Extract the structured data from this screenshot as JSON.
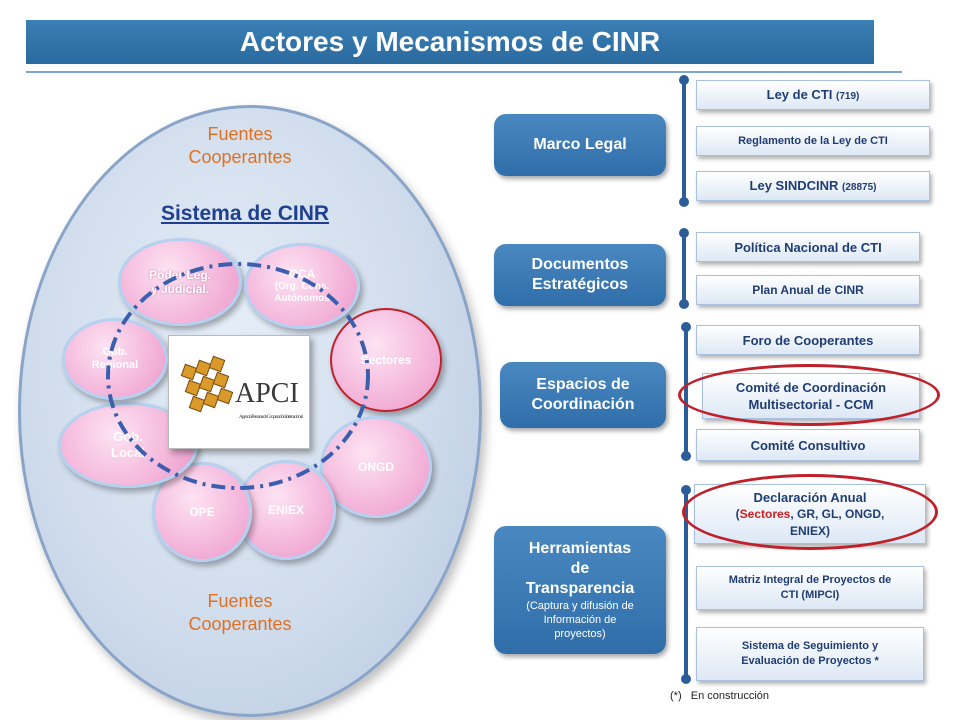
{
  "title": "Actores y Mecanismos de CINR",
  "left": {
    "fuentes_top": "Fuentes\nCooperantes",
    "fuentes_bottom": "Fuentes\nCooperantes",
    "system_title": "Sistema de CINR",
    "petals": [
      {
        "label": "Poder Leg.\ny Judicial."
      },
      {
        "label": "OCA"
      },
      {
        "label": "(Org. Cons.\nAutónomos"
      },
      {
        "label": "Sectores"
      },
      {
        "label": "ONGD"
      },
      {
        "label": "ENIEX"
      },
      {
        "label": "OPE"
      },
      {
        "label": "Gob.\nLocal"
      },
      {
        "label": "Gob.\nRegional"
      }
    ],
    "logo": {
      "name": "APCI",
      "subtitle": "Agencia Peruana de Cooperación Internacional"
    }
  },
  "right": {
    "marco": {
      "label": "Marco Legal",
      "items": [
        {
          "main": "Ley de CTI ",
          "small": "(719)"
        },
        {
          "main": "Reglamento de la Ley de CTI"
        },
        {
          "main": "Ley SINDCINR ",
          "small": "(28875)"
        }
      ]
    },
    "docs": {
      "label": "Documentos\nEstratégicos",
      "items": [
        "Política Nacional de CTI",
        "Plan Anual de CINR"
      ]
    },
    "espacios": {
      "label": "Espacios de\nCoordinación",
      "items": [
        "Foro de Cooperantes",
        "Comité de Coordinación",
        "Multisectorial  - CCM",
        "Comité Consultivo"
      ]
    },
    "herramientas": {
      "label": "Herramientas\nde\nTransparencia",
      "sub": "(Captura y difusión de\nInformación de\nproyectos)",
      "declaracion": {
        "title": "Declaración Anual",
        "open": "(",
        "red": "Sectores",
        "rest": ", GR, GL, ONGD,",
        "line3": "ENIEX)"
      },
      "matriz": "Matriz Integral de Proyectos de\nCTI (MIPCI)",
      "sistema": "Sistema de Seguimiento y\nEvaluación de Proyectos  *"
    }
  },
  "note": "(*)   En construcción",
  "colors": {
    "title_bar": "#2f72a8",
    "category": "#3a7cb8",
    "accent_orange": "#e07020",
    "red_ring": "#c0202a"
  }
}
